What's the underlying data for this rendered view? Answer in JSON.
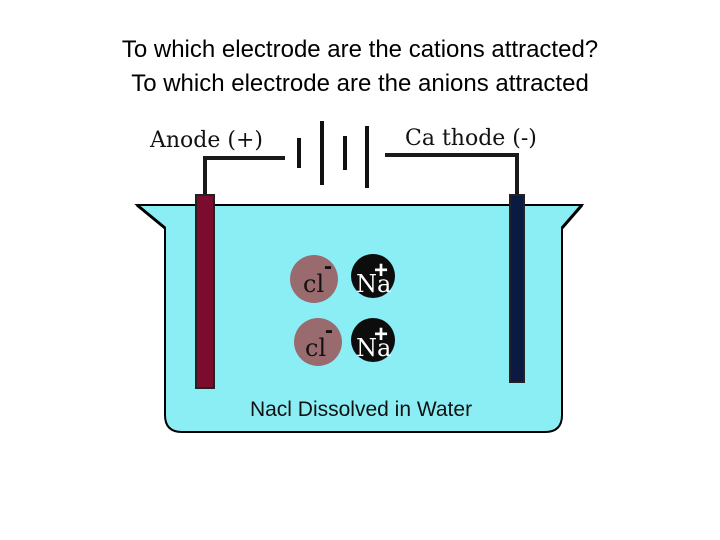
{
  "heading": {
    "line1": "To which electrode are the cations attracted?",
    "line2": "To which electrode are the anions attracted"
  },
  "diagram": {
    "anode_label": "Anode (+)",
    "cathode_label": "Ca thode (-)",
    "ions": [
      {
        "symbol": "cl",
        "charge": "-",
        "color": "#9a6b6e"
      },
      {
        "symbol": "Na",
        "charge": "+",
        "color": "#0d0d0d"
      },
      {
        "symbol": "cl",
        "charge": "-",
        "color": "#9a6b6e"
      },
      {
        "symbol": "Na",
        "charge": "+",
        "color": "#0d0d0d"
      }
    ],
    "solution_label": "Nacl Dissolved in Water",
    "colors": {
      "water": "#8beef4",
      "anode": "#7c0c2e",
      "cathode": "#0b1a40",
      "wire": "#1a1a1a"
    }
  }
}
